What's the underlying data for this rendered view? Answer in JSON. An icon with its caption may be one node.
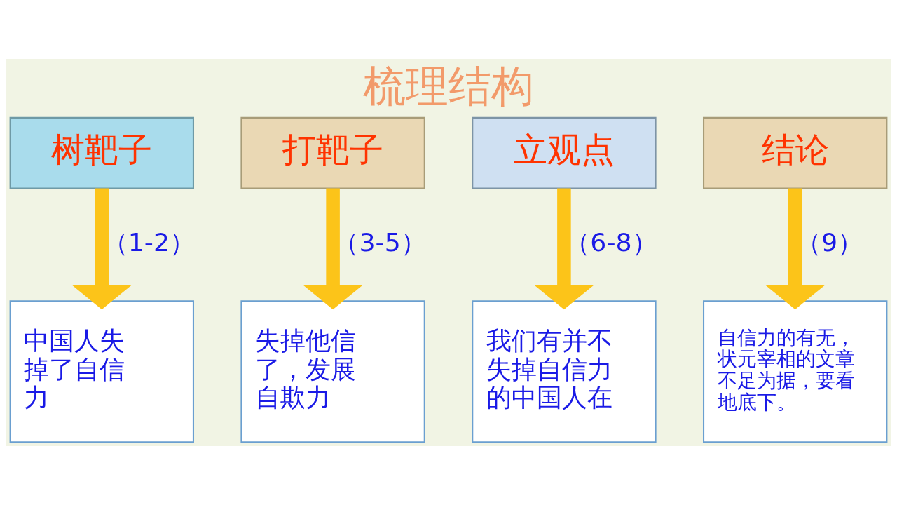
{
  "diagram": {
    "title": "梳理结构",
    "nodes": [
      {
        "text": [
          "树靶子"
        ]
      },
      {
        "text": [
          "打靶子"
        ]
      },
      {
        "text": [
          "立观点"
        ]
      },
      {
        "text": [
          "结论"
        ]
      },
      {
        "text": [
          "中国人失掉了自信力"
        ]
      },
      {
        "text": [
          "失掉他信了，发展自欺力"
        ]
      },
      {
        "text": [
          "我们有并不失掉自信力的中国人在"
        ]
      },
      {
        "text": [
          "自信力的有无，状元宰相的文章不足为据，要看地底下。"
        ]
      }
    ],
    "edges": [
      {
        "from": 0,
        "to": 4,
        "arrow": "to",
        "label": "（1-2）"
      },
      {
        "from": 1,
        "to": 5,
        "arrow": "to",
        "label": "（3-5）"
      },
      {
        "from": 2,
        "to": 6,
        "arrow": "to",
        "label": "（6-8）"
      },
      {
        "from": 3,
        "to": 7,
        "arrow": "to",
        "label": "（9）"
      }
    ]
  }
}
